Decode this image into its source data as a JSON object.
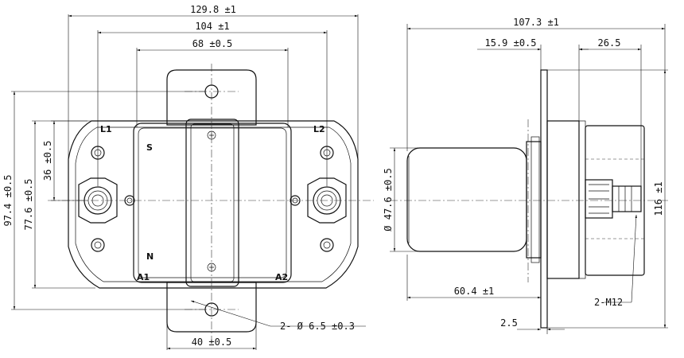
{
  "front_view": {
    "dimensions": {
      "overall_width": "129.8 ±1",
      "terminal_spacing": "104 ±1",
      "coil_width": "68 ±0.5",
      "mount_hole_spacing_horizontal": "40 ±0.5",
      "overall_height": "97.4 ±0.5",
      "body_height": "77.6 ±0.5",
      "terminal_offset": "36 ±0.5",
      "mount_hole_note": "2- Ø 6.5 ±0.3"
    },
    "labels": {
      "terminal_left": "L1",
      "terminal_right": "L2",
      "pole_s": "S",
      "pole_n": "N",
      "coil_a1": "A1",
      "coil_a2": "A2"
    }
  },
  "side_view": {
    "dimensions": {
      "overall_length": "107.3 ±1",
      "flange_to_nut": "15.9 ±0.5",
      "stud_projection": "26.5",
      "coil_diameter": "Ø 47.6 ±0.5",
      "body_length": "60.4 ±1",
      "flange_thickness": "2.5",
      "flange_height": "116 ±1",
      "thread_note": "2-M12"
    }
  }
}
